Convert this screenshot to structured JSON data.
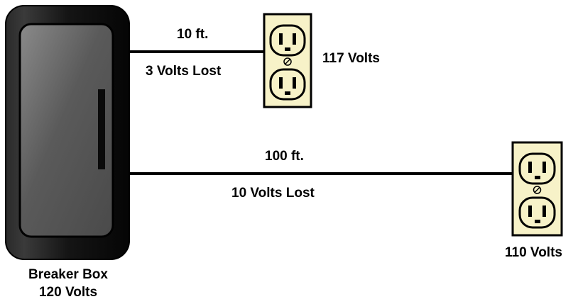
{
  "breaker_box": {
    "name": "Breaker Box",
    "voltage": "120 Volts"
  },
  "circuits": [
    {
      "length": "10 ft.",
      "loss": "3 Volts Lost",
      "outlet_voltage": "117 Volts"
    },
    {
      "length": "100 ft.",
      "loss": "10 Volts Lost",
      "outlet_voltage": "110 Volts"
    }
  ],
  "colors": {
    "box_outer": "#1a1a1a",
    "box_panel": "#6e6e6e",
    "outlet_plate": "#f7f2c8",
    "wire": "#000000"
  }
}
